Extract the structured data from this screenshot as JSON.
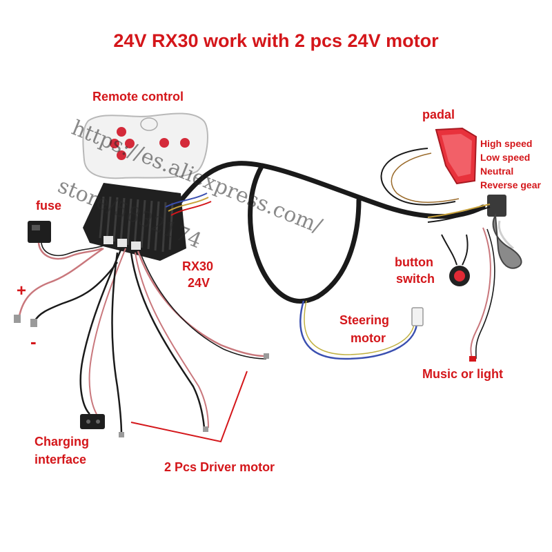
{
  "title": "24V RX30 work with 2 pcs 24V motor",
  "labels": {
    "remote_control": "Remote control",
    "padal": "padal",
    "high_speed": "High speed",
    "low_speed": "Low speed",
    "neutral": "Neutral",
    "reverse_gear": "Reverse gear",
    "fuse": "fuse",
    "plus": "+",
    "minus": "-",
    "rx30_line1": "RX30",
    "rx30_line2": "24V",
    "button_line1": "button",
    "button_line2": "switch",
    "steering_line1": "Steering",
    "steering_line2": "motor",
    "music": "Music or light",
    "charging_line1": "Charging",
    "charging_line2": "interface",
    "driver_motor": "2 Pcs Driver motor"
  },
  "watermark": {
    "line1": "https://es.aliexpress.com/",
    "line2": "store/5832174"
  },
  "colors": {
    "label_red": "#d4161a",
    "cable_black": "#1a1a1a",
    "controller_black": "#202020",
    "pedal_red": "#e8323c",
    "wire_pink": "#c9777c",
    "wire_blue": "#3a4fb0"
  }
}
